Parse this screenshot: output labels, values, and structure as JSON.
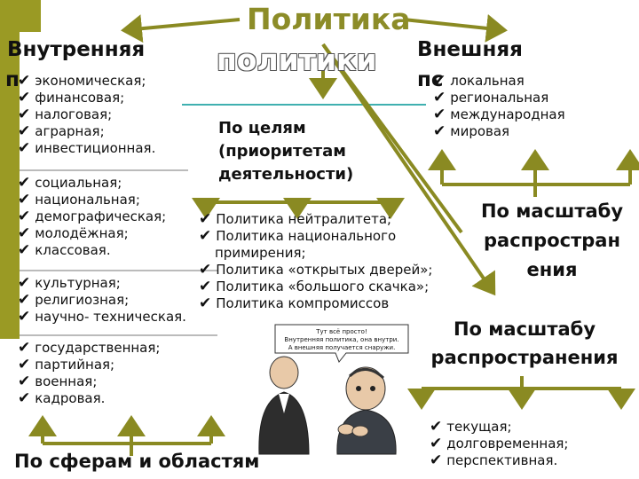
{
  "title": {
    "line1": "Политика",
    "line2": "политики"
  },
  "internal": {
    "label": "Внутренняя",
    "cut": "п"
  },
  "external": {
    "label": "Внешняя",
    "cut": "пс"
  },
  "groups": {
    "economic": [
      "экономическая;",
      "финансовая;",
      "налоговая;",
      "аграрная;",
      "инвестиционная."
    ],
    "social": [
      "социальная;",
      "национальная;",
      "демографическая;",
      "молодёжная;",
      "классовая."
    ],
    "cultural": [
      "культурная;",
      "религиозная;",
      "научно- техническая."
    ],
    "state": [
      "государственная;",
      "партийная;",
      "военная;",
      "кадровая."
    ]
  },
  "by_spheres": "По сферам и областям",
  "goals": {
    "heading": [
      "По целям",
      "(приоритетам",
      "деятельности)"
    ],
    "items": [
      "Политика нейтралитета;",
      "Политика национального",
      "примирения;",
      "Политика  «открытых дверей»;",
      "Политика «большого скачка»;",
      "Политика компромиссов"
    ]
  },
  "external_items": [
    "локальная",
    "региональная",
    "международная",
    "мировая"
  ],
  "scale_external": [
    "По масштабу",
    "распростран",
    "ения"
  ],
  "scale_time": {
    "heading": [
      "По масштабу",
      "распространения"
    ],
    "items": [
      "текущая;",
      "долговременная;",
      "перспективная."
    ]
  },
  "cartoon": {
    "caption_lines": [
      "Тут всё просто!",
      "Внутренняя политика, она внутри.",
      "А внешняя получается снаружи."
    ]
  },
  "colors": {
    "olive": "#9a9a24",
    "arrow": "#8a8a22",
    "teal": "#3fb0b0"
  }
}
